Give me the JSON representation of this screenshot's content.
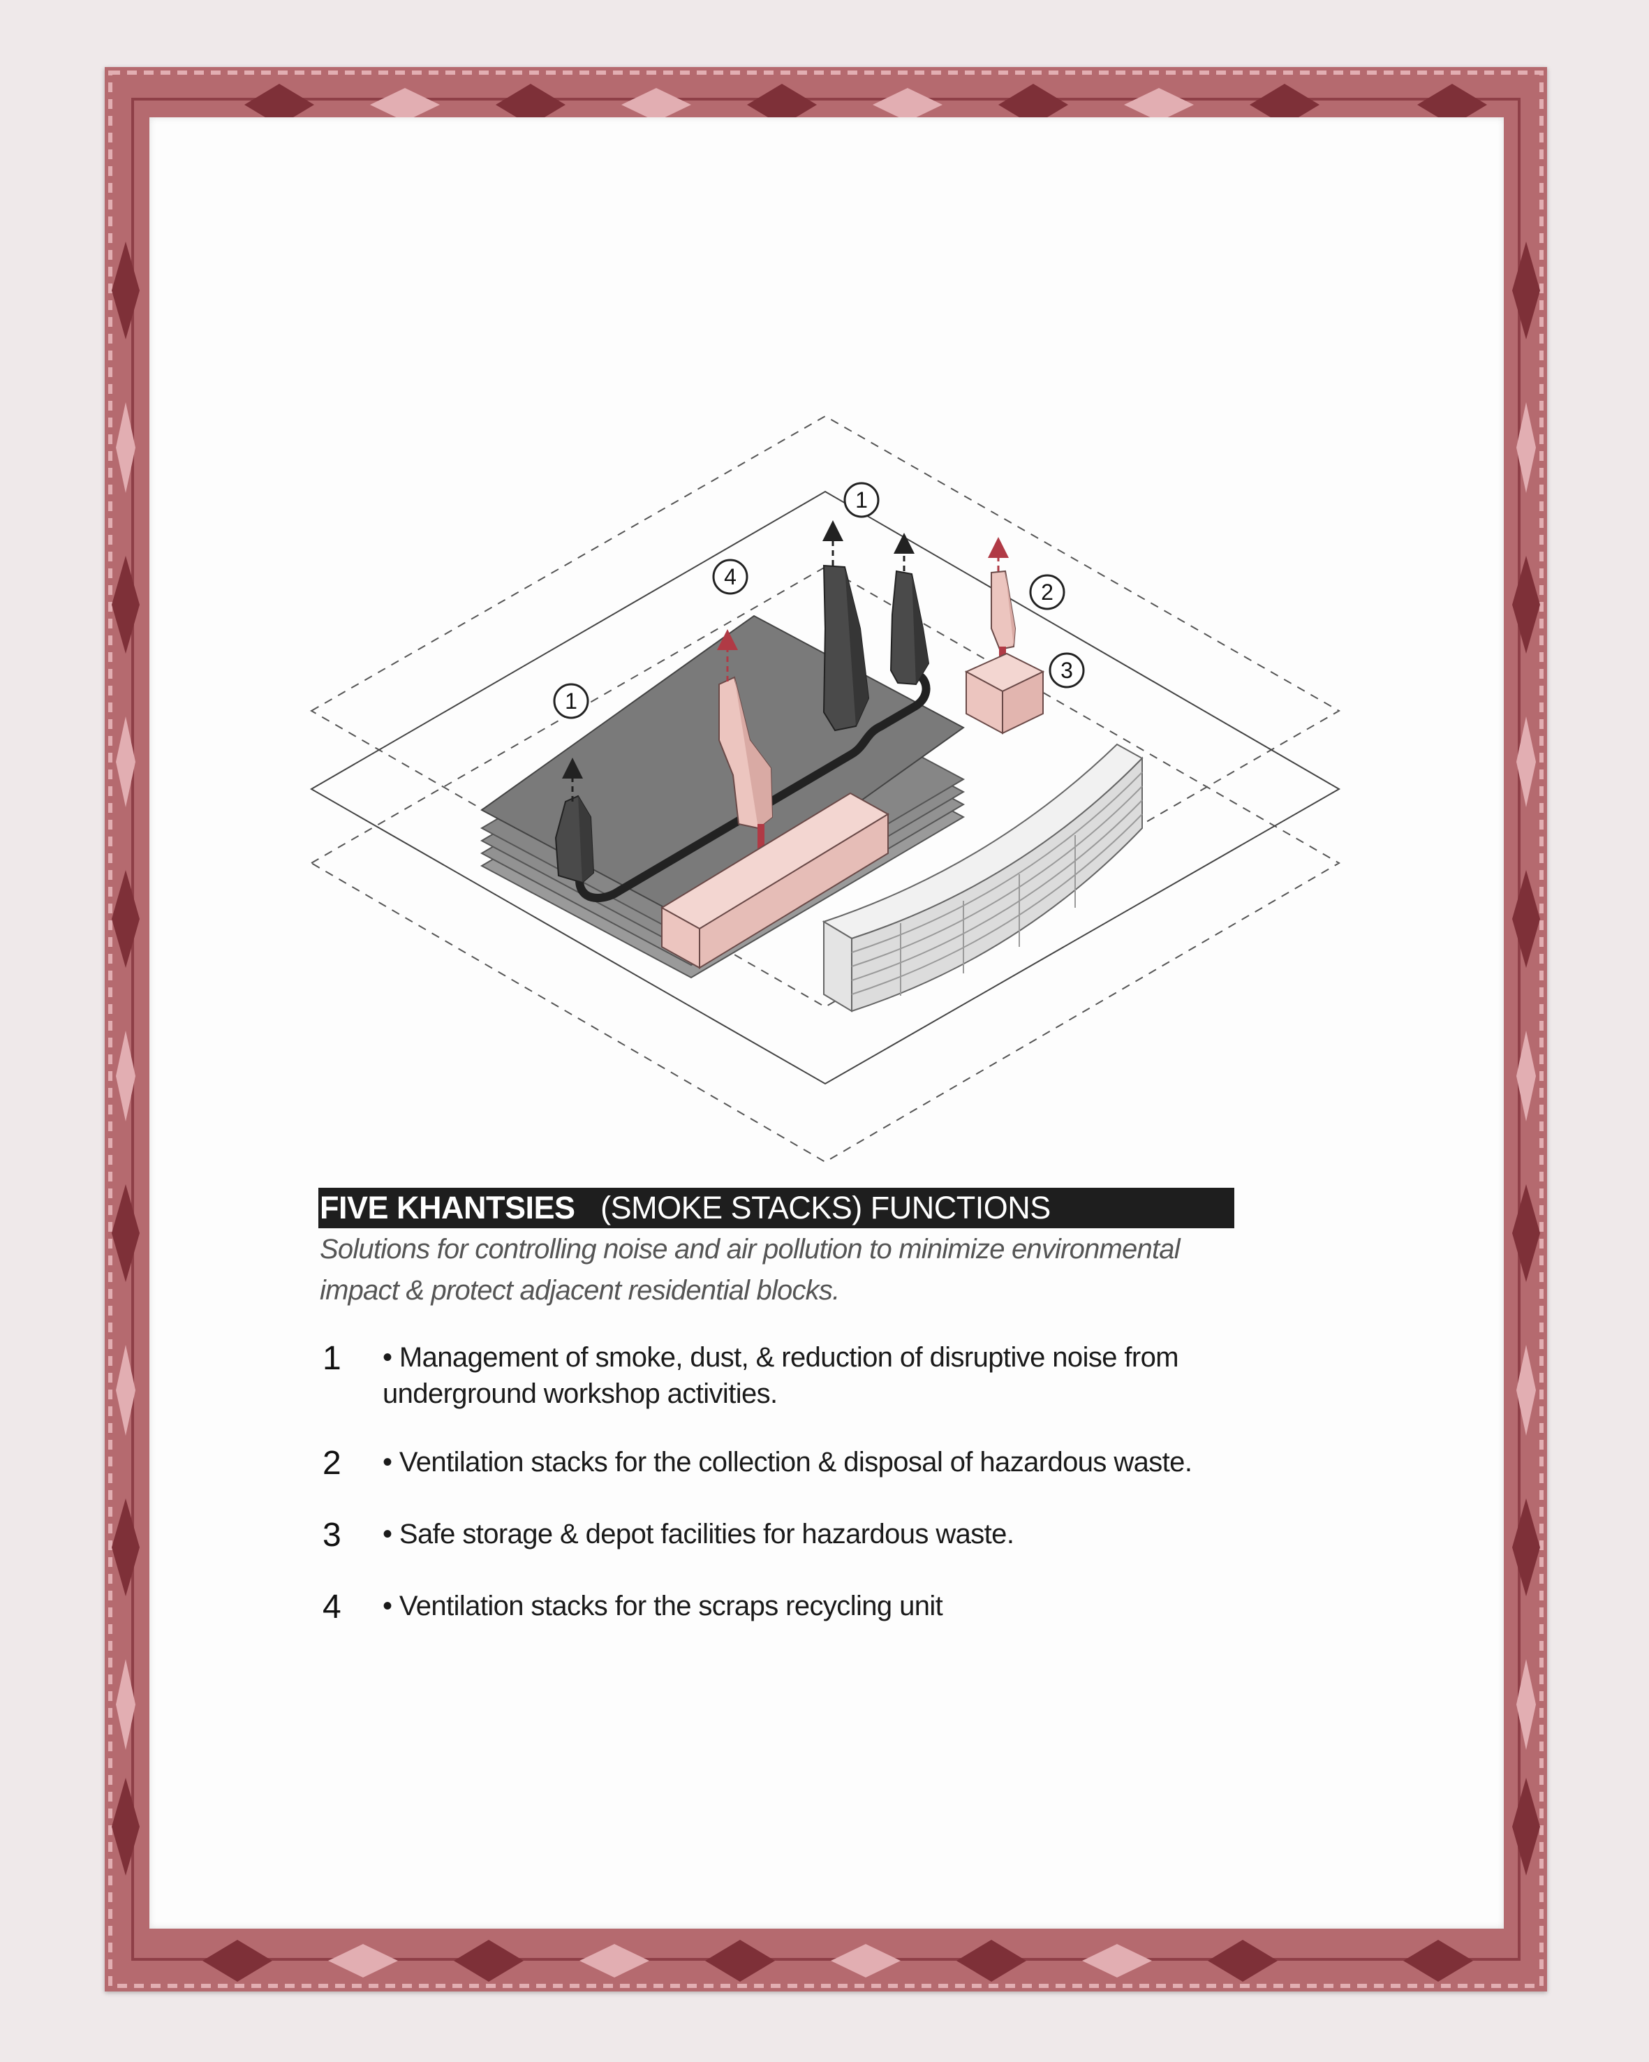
{
  "diagram": {
    "callout_labels": [
      {
        "id": "callout-1-top",
        "text": "1"
      },
      {
        "id": "callout-1-left",
        "text": "1"
      },
      {
        "id": "callout-2",
        "text": "2"
      },
      {
        "id": "callout-3",
        "text": "3"
      },
      {
        "id": "callout-4",
        "text": "4"
      }
    ]
  },
  "title": {
    "bold": "FIVE KHANTSIES",
    "regular": "(SMOKE STACKS)  FUNCTIONS"
  },
  "subtitle": "Solutions for controlling noise and air pollution to minimize environmental impact & protect adjacent residential blocks.",
  "functions": [
    {
      "number": "1",
      "text": "• Management of smoke, dust, & reduction of disruptive noise from underground workshop activities."
    },
    {
      "number": "2",
      "text": "• Ventilation stacks for the collection & disposal of hazardous waste."
    },
    {
      "number": "3",
      "text": "• Safe storage & depot facilities for hazardous waste."
    },
    {
      "number": "4",
      "text": "• Ventilation stacks for the scraps recycling unit"
    }
  ],
  "colors": {
    "frame": "#b56a6f",
    "frame_dark": "#7e3038",
    "frame_light": "#e2aeb2",
    "paper": "#fdfdfd",
    "stack_pink": "#ecc5bf",
    "stack_dark": "#4a4a4a",
    "pipe_red": "#b03a45",
    "slab_gray": "#8a8a8a",
    "title_bg": "#1e1e1e"
  }
}
